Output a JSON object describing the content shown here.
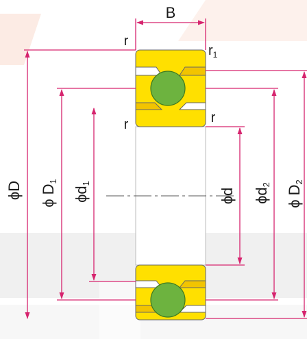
{
  "labels": {
    "width_b": "B",
    "chamfer_r_top_left": "r",
    "chamfer_r_top_right": "r",
    "chamfer_r_top_right_subscript": "1",
    "chamfer_r_mid_left": "r",
    "chamfer_r_mid_right": "r",
    "outer_dia": "ϕD",
    "outer_shoulder_dia": "ϕ D",
    "outer_shoulder_dia_subscript": "1",
    "inner_shoulder_dia": "ϕd",
    "inner_shoulder_dia_subscript": "1",
    "bore_dia": "ϕd",
    "inner_ring_shoulder_dia": "ϕd",
    "inner_ring_shoulder_dia_subscript": "2",
    "outer_ring_shoulder_dia": "ϕ D",
    "outer_ring_shoulder_dia_subscript": "2"
  },
  "colors": {
    "dimension_line": "#d6246e",
    "ring_fill": "#ffe000",
    "ring_shade": "#f2c400",
    "ball_fill": "#6db33f",
    "ball_stroke": "#3f7a1f",
    "outline": "#555555",
    "watermark_band": "#ebebeb",
    "watermark_accent": "#fbe3d8"
  }
}
